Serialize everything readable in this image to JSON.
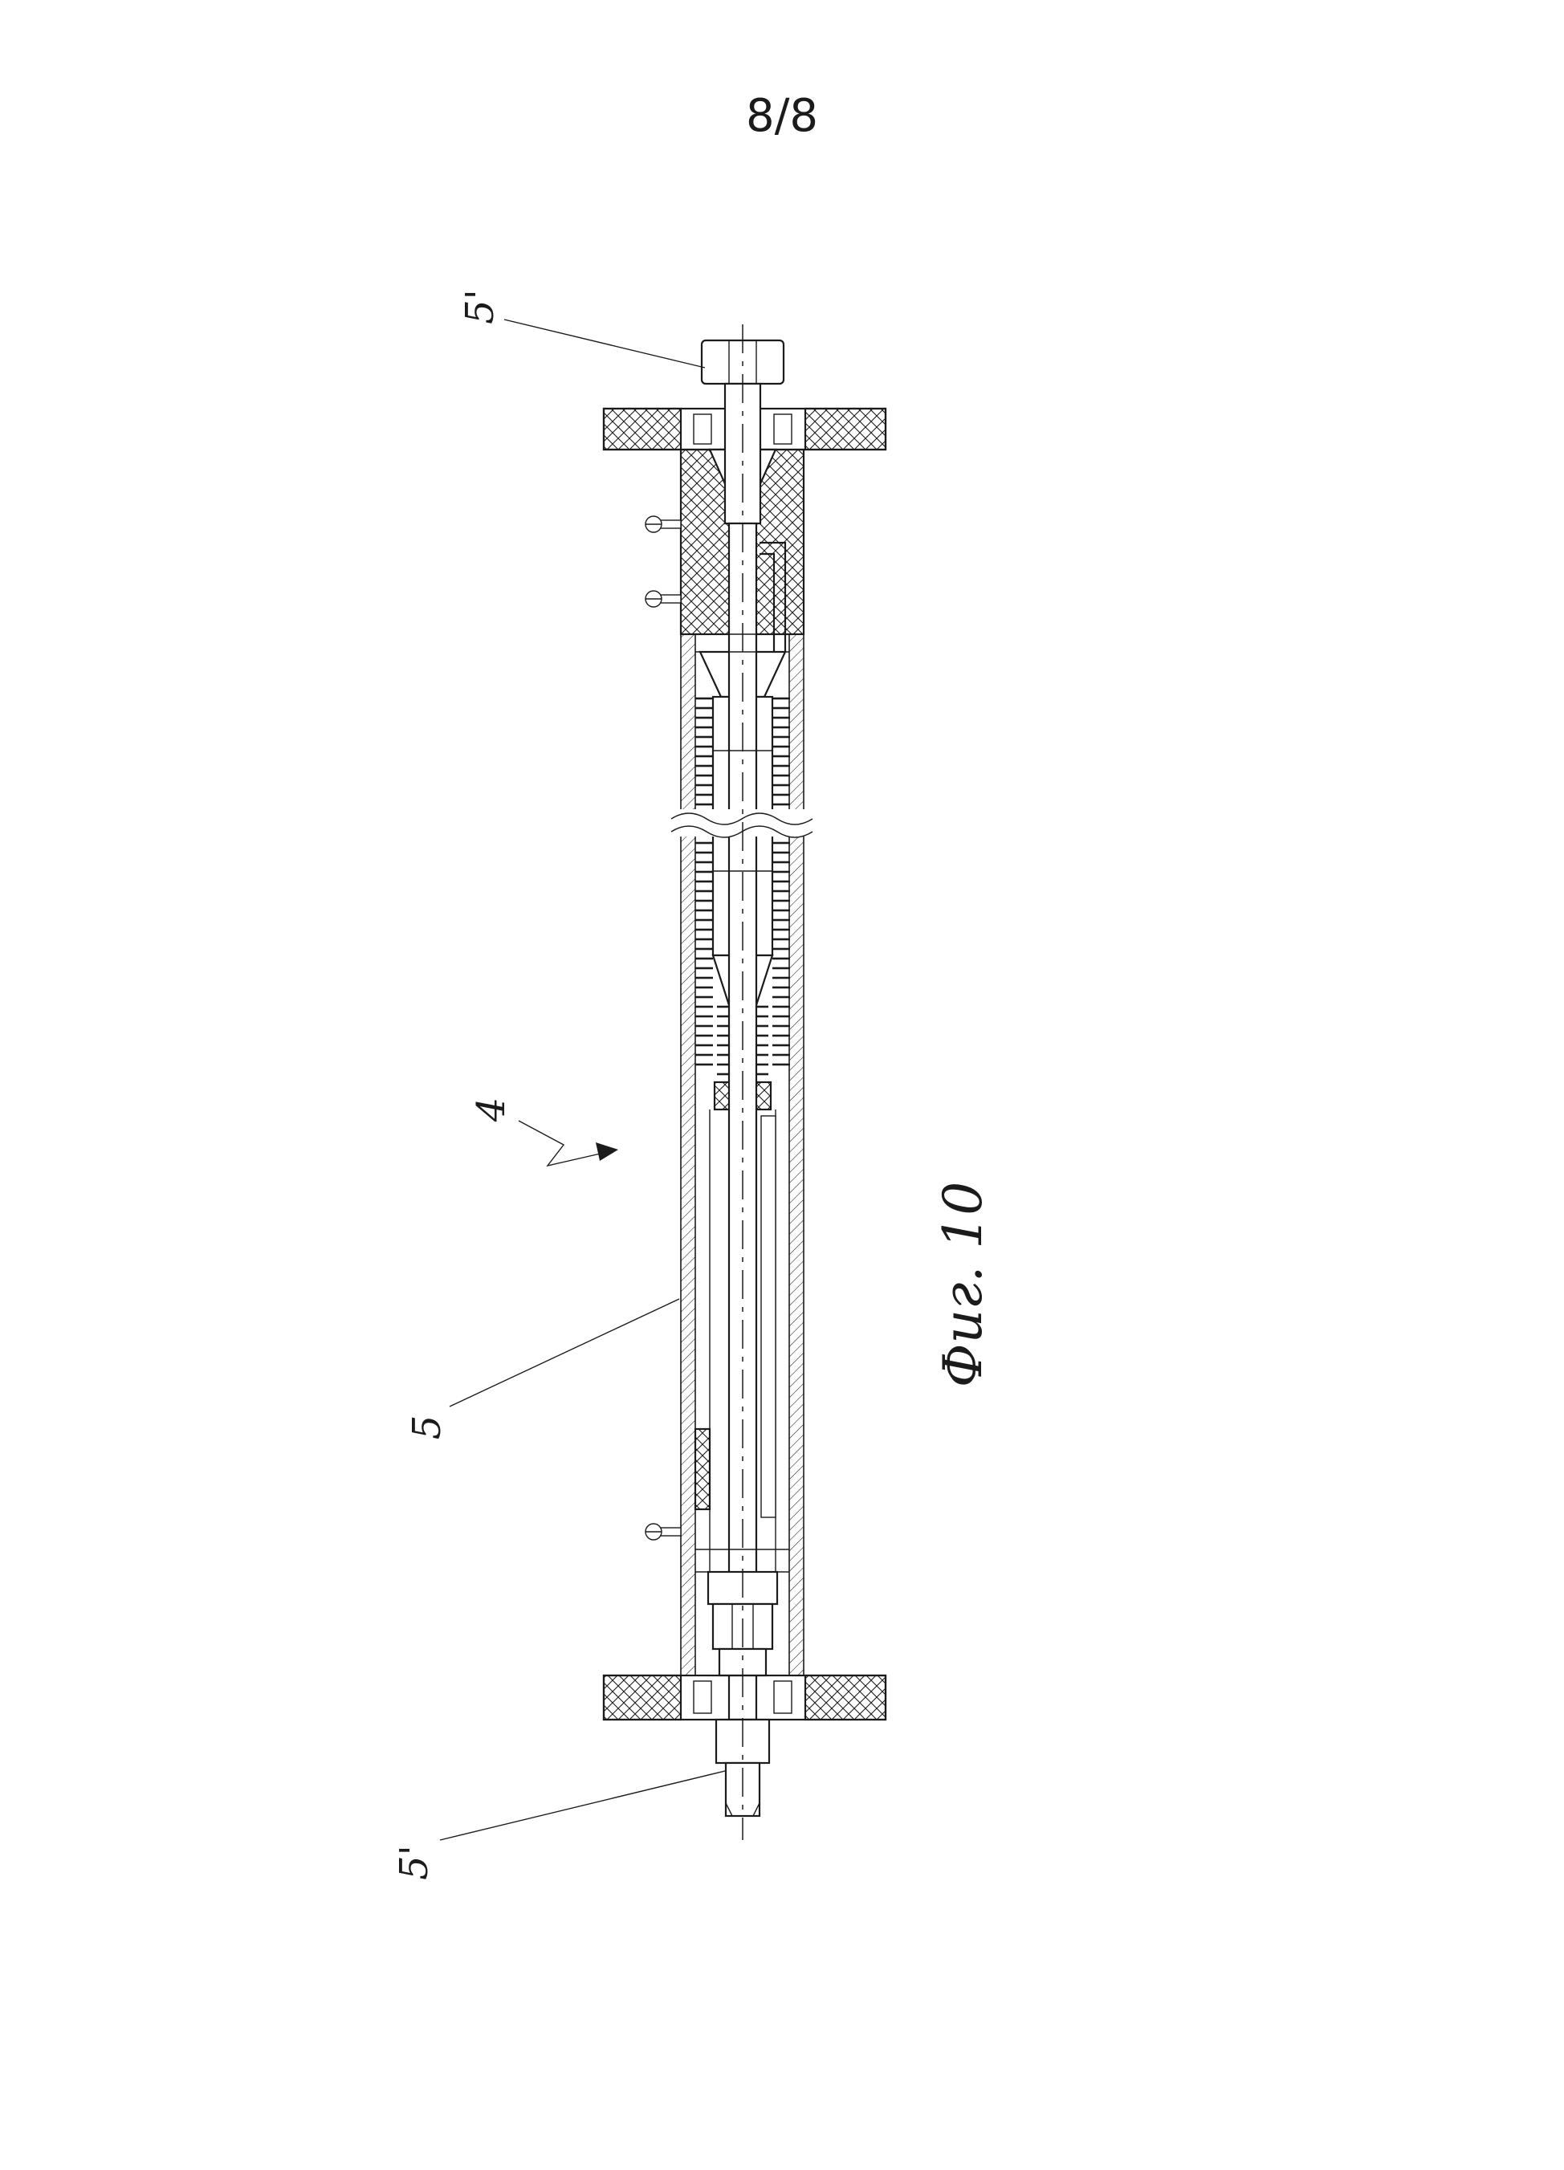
{
  "page": {
    "sheet_number": "8/8",
    "figure_caption": "Фиг. 10"
  },
  "labels": {
    "top_fastener": "5'",
    "detail": "4",
    "housing": "5",
    "bottom_fastener": "5'"
  },
  "colors": {
    "ink": "#1b1b1b",
    "paper": "#ffffff"
  }
}
